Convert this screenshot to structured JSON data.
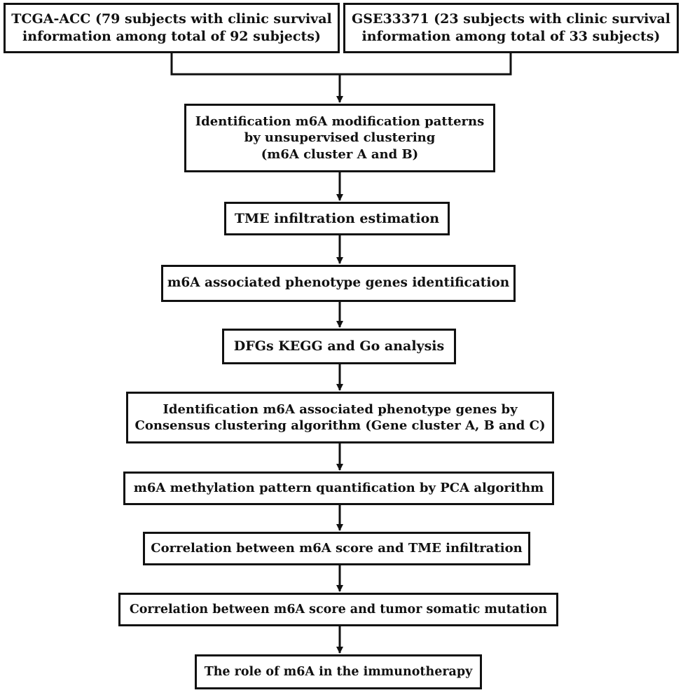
{
  "flowchart": {
    "sources": {
      "tcga": "TCGA-ACC (79 subjects with clinic survival\ninformation among total of 92 subjects)",
      "gse": "GSE33371 (23 subjects with clinic survival\ninformation among total of 33 subjects)"
    },
    "steps": [
      "Identification m6A modification patterns\nby unsupervised clustering\n(m6A cluster A and B)",
      "TME infiltration estimation",
      "m6A associated phenotype genes identification",
      "DFGs KEGG and Go analysis",
      "Identification m6A associated phenotype genes by\nConsensus clustering algorithm (Gene cluster A, B and C)",
      "m6A methylation pattern quantification by PCA algorithm",
      "Correlation between m6A score and TME infiltration",
      "Correlation between m6A score and tumor somatic mutation",
      "The role of m6A in the immunotherapy"
    ]
  },
  "colors": {
    "ink": "#111111",
    "background": "#ffffff"
  }
}
